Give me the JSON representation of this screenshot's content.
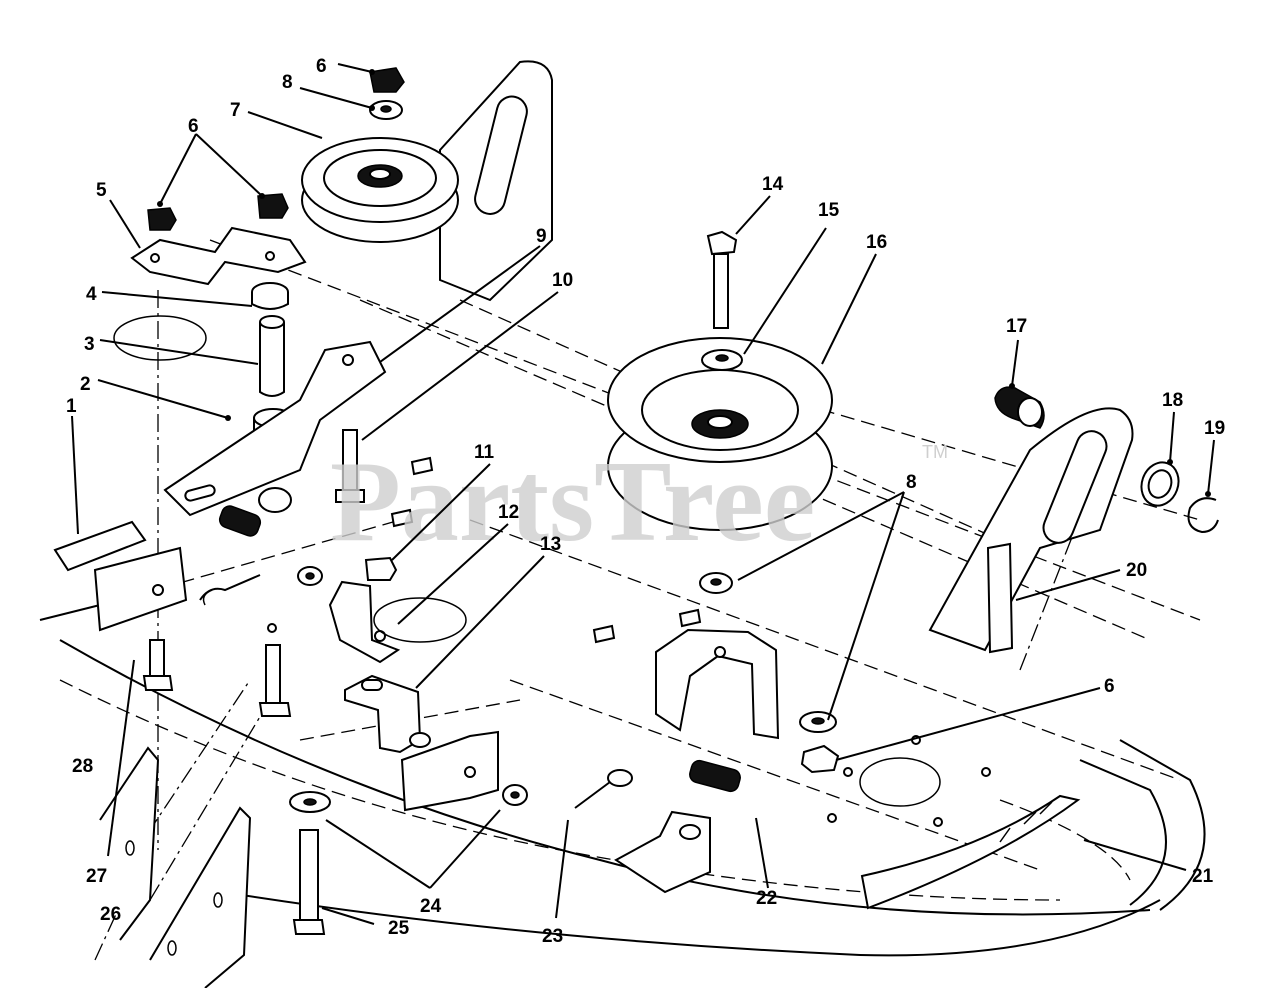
{
  "watermark": {
    "text": "PartsTree",
    "trademark": "TM"
  },
  "callouts": [
    {
      "id": "c1",
      "label": "1"
    },
    {
      "id": "c2",
      "label": "2"
    },
    {
      "id": "c3",
      "label": "3"
    },
    {
      "id": "c4",
      "label": "4"
    },
    {
      "id": "c5",
      "label": "5"
    },
    {
      "id": "c6a",
      "label": "6"
    },
    {
      "id": "c6b",
      "label": "6"
    },
    {
      "id": "c6c",
      "label": "6"
    },
    {
      "id": "c7",
      "label": "7"
    },
    {
      "id": "c8a",
      "label": "8"
    },
    {
      "id": "c8b",
      "label": "8"
    },
    {
      "id": "c9",
      "label": "9"
    },
    {
      "id": "c10",
      "label": "10"
    },
    {
      "id": "c11",
      "label": "11"
    },
    {
      "id": "c12",
      "label": "12"
    },
    {
      "id": "c13",
      "label": "13"
    },
    {
      "id": "c14",
      "label": "14"
    },
    {
      "id": "c15",
      "label": "15"
    },
    {
      "id": "c16",
      "label": "16"
    },
    {
      "id": "c17",
      "label": "17"
    },
    {
      "id": "c18",
      "label": "18"
    },
    {
      "id": "c19",
      "label": "19"
    },
    {
      "id": "c20",
      "label": "20"
    },
    {
      "id": "c21",
      "label": "21"
    },
    {
      "id": "c22",
      "label": "22"
    },
    {
      "id": "c23",
      "label": "23"
    },
    {
      "id": "c24",
      "label": "24"
    },
    {
      "id": "c25",
      "label": "25"
    },
    {
      "id": "c26",
      "label": "26"
    },
    {
      "id": "c27",
      "label": "27"
    },
    {
      "id": "c28",
      "label": "28"
    }
  ]
}
